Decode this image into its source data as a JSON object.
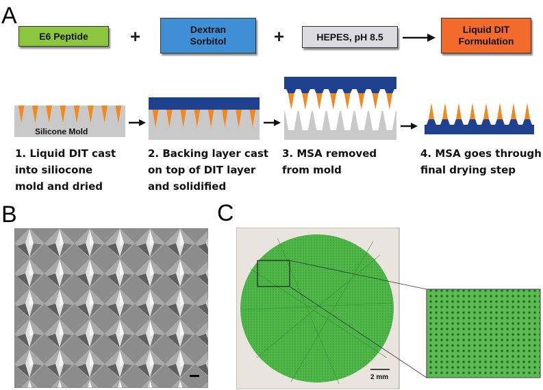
{
  "panels": {
    "a": "A",
    "b": "B",
    "c": "C"
  },
  "formulation": {
    "e6": "E6 Peptide",
    "plus1": "+",
    "dextran": "Dextran\nSorbitol",
    "plus2": "+",
    "hepes": "HEPES, pH 8.5",
    "result": "Liquid DIT\nFormulation"
  },
  "steps": {
    "mold_label": "Silicone Mold",
    "captions": [
      "1. Liquid DIT cast\ninto siliocone\nmold and dried",
      "2. Backing layer cast\non top of DIT layer\nand solidified",
      "3. MSA removed\nfrom mold",
      "4. MSA goes through\nfinal drying step"
    ]
  },
  "scale_bar": "2 mm",
  "colors": {
    "green_box": "#8cc63f",
    "blue_box": "#3f8fd6",
    "gray_box": "#dcdce0",
    "orange_box": "#f26a2c",
    "mold_gray": "#c9c9c9",
    "dit_orange": "#ef8a22",
    "backing_blue": "#1f3f8f",
    "stain_green": "#3fae3a"
  }
}
